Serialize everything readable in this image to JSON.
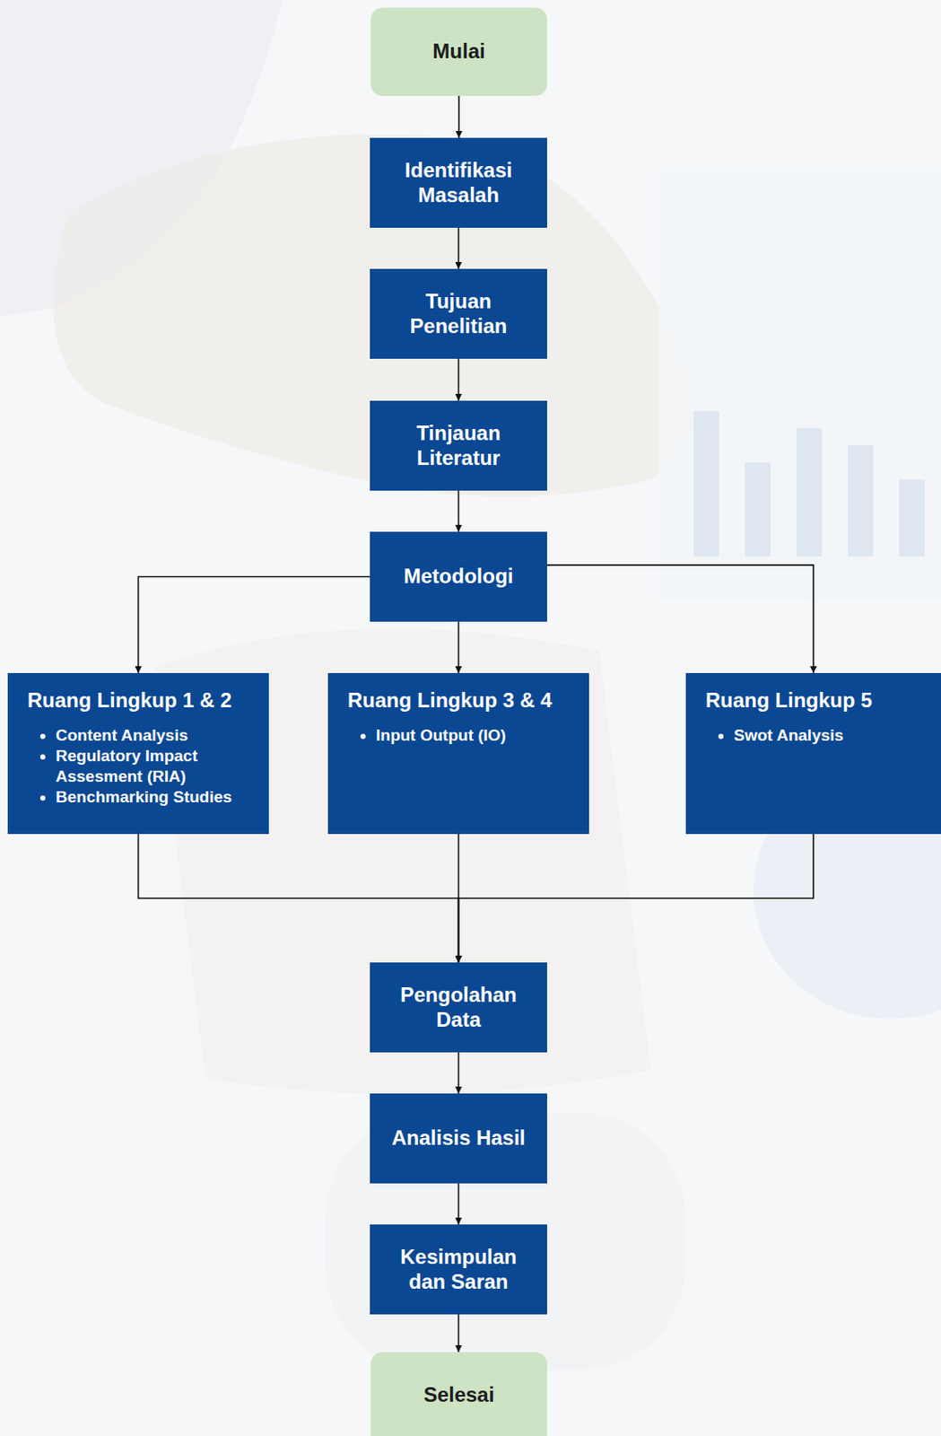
{
  "diagram": {
    "nodes": [
      {
        "text": [
          "Mulai"
        ]
      },
      {
        "text": [
          "Identifikasi Masalah"
        ]
      },
      {
        "text": [
          "Tujuan Penelitian"
        ]
      },
      {
        "text": [
          "Tinjauan Literatur"
        ]
      },
      {
        "text": [
          "Metodologi"
        ]
      },
      {
        "text": [
          "Ruang Lingkup 1 & 2",
          "Content Analysis",
          "Regulatory Impact Assesment (RIA)",
          "Benchmarking Studies"
        ]
      },
      {
        "text": [
          "Ruang Lingkup 3 & 4",
          "Input Output (IO)"
        ]
      },
      {
        "text": [
          "Ruang Lingkup 5",
          "Swot Analysis"
        ]
      },
      {
        "text": [
          "Pengolahan Data"
        ]
      },
      {
        "text": [
          "Analisis Hasil"
        ]
      },
      {
        "text": [
          "Kesimpulan dan Saran"
        ]
      },
      {
        "text": [
          "Selesai"
        ]
      }
    ],
    "edges": [
      {
        "from": 0,
        "to": 1,
        "arrow": "to"
      },
      {
        "from": 1,
        "to": 2,
        "arrow": "to"
      },
      {
        "from": 2,
        "to": 3,
        "arrow": "to"
      },
      {
        "from": 3,
        "to": 4,
        "arrow": "to"
      },
      {
        "from": 4,
        "to": 5,
        "arrow": "to"
      },
      {
        "from": 4,
        "to": 6,
        "arrow": "to"
      },
      {
        "from": 4,
        "to": 7,
        "arrow": "to"
      },
      {
        "from": 5,
        "to": 8,
        "arrow": "to"
      },
      {
        "from": 6,
        "to": 8,
        "arrow": "to"
      },
      {
        "from": 7,
        "to": 8,
        "arrow": "to"
      },
      {
        "from": 8,
        "to": 9,
        "arrow": "to"
      },
      {
        "from": 9,
        "to": 10,
        "arrow": "to"
      },
      {
        "from": 10,
        "to": 11,
        "arrow": "to"
      }
    ]
  }
}
